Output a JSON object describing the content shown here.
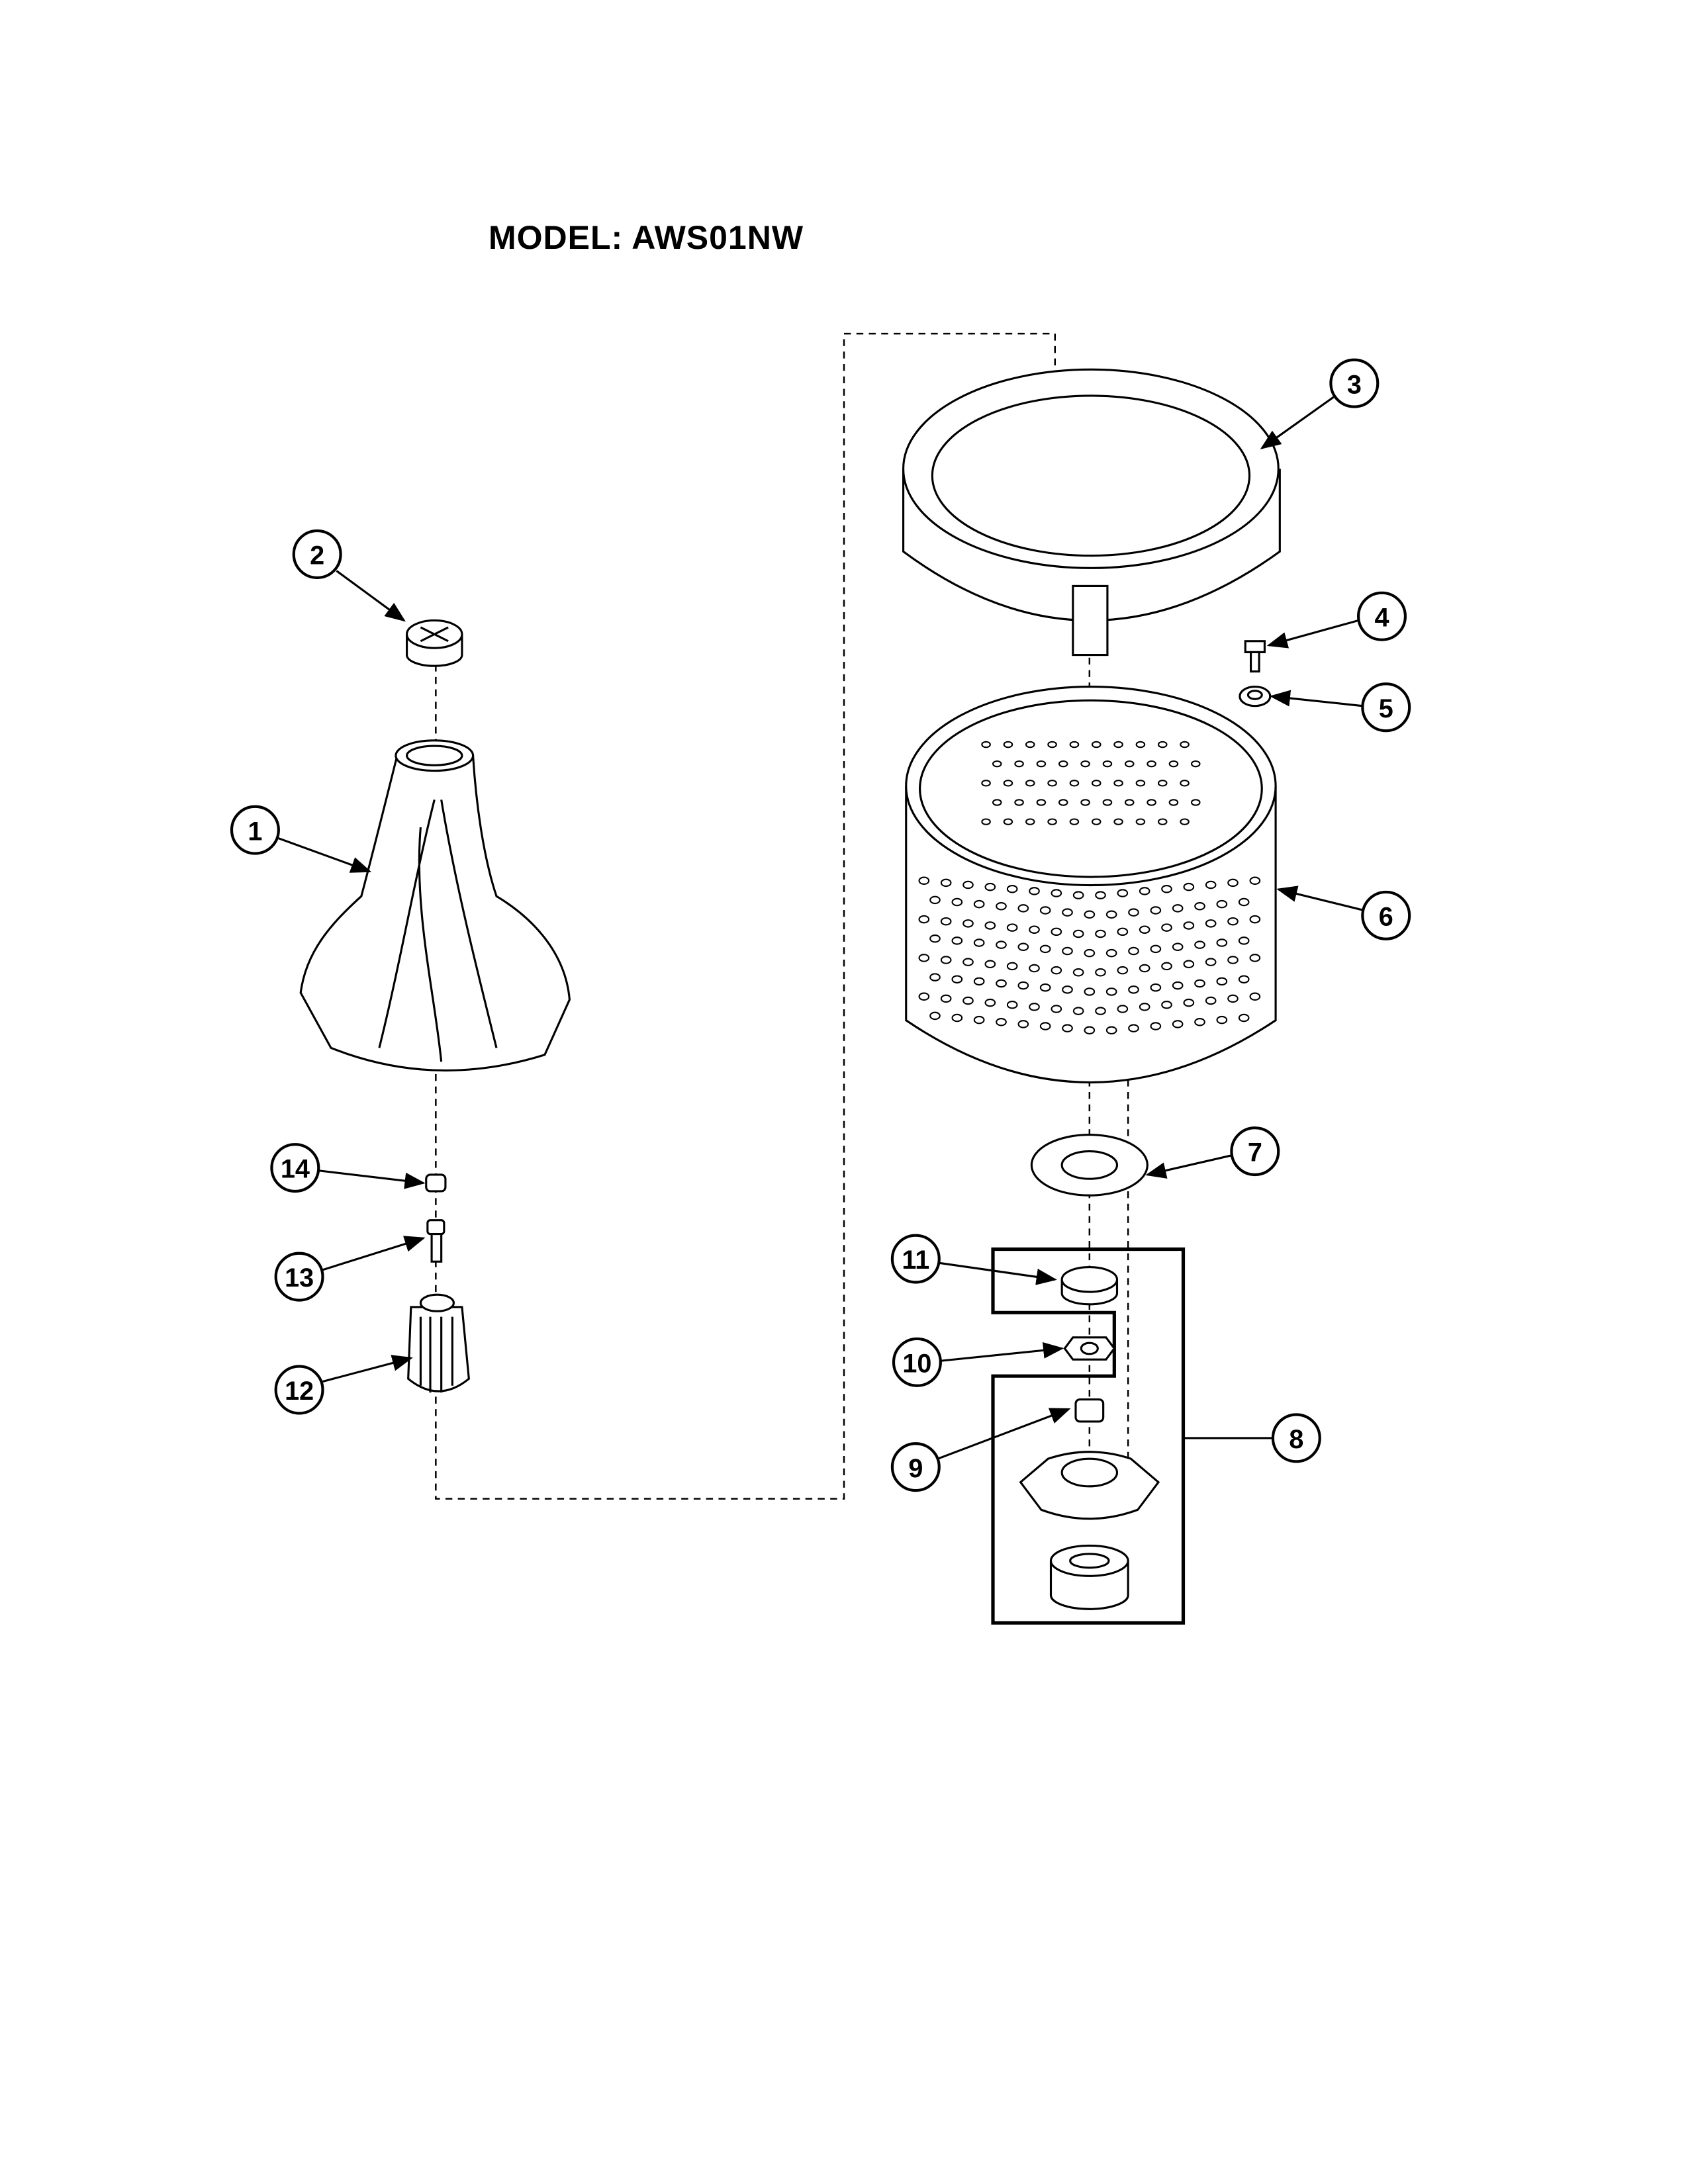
{
  "title": "MODEL: AWS01NW",
  "callouts": [
    {
      "label": "1"
    },
    {
      "label": "2"
    },
    {
      "label": "3"
    },
    {
      "label": "4"
    },
    {
      "label": "5"
    },
    {
      "label": "6"
    },
    {
      "label": "7"
    },
    {
      "label": "8"
    },
    {
      "label": "9"
    },
    {
      "label": "10"
    },
    {
      "label": "11"
    },
    {
      "label": "12"
    },
    {
      "label": "13"
    },
    {
      "label": "14"
    }
  ]
}
